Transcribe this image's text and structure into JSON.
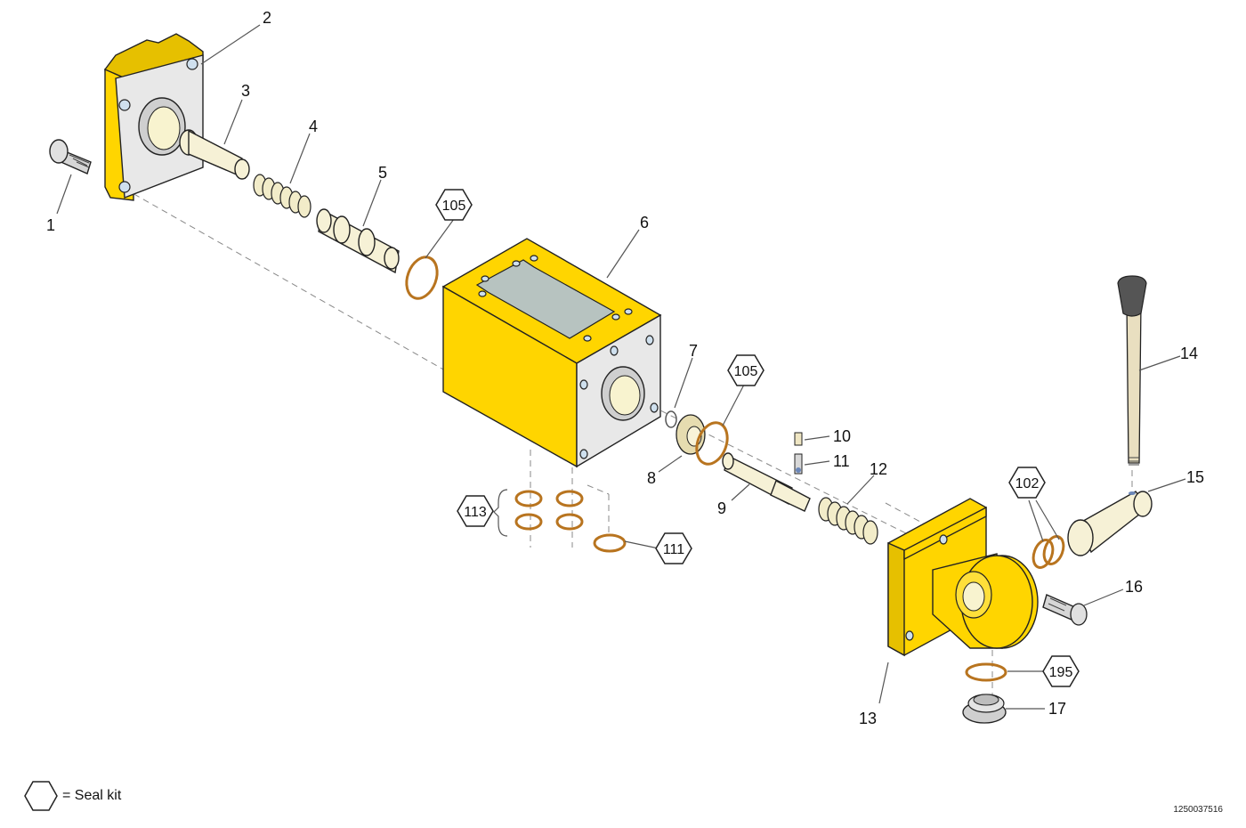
{
  "callouts": {
    "c1": "1",
    "c2": "2",
    "c3": "3",
    "c4": "4",
    "c5": "5",
    "c6": "6",
    "c7": "7",
    "c8": "8",
    "c9": "9",
    "c10": "10",
    "c11": "11",
    "c12": "12",
    "c13": "13",
    "c14": "14",
    "c15": "15",
    "c16": "16",
    "c17": "17"
  },
  "seal_kits": {
    "k105a": "105",
    "k105b": "105",
    "k113": "113",
    "k111": "111",
    "k102": "102",
    "k195": "195"
  },
  "legend": {
    "symbol": "hexagon-icon",
    "text": "= Seal kit"
  },
  "drawing_number": "1250037516",
  "colors": {
    "housing": "#ffd500",
    "face": "#e8e8e8",
    "seal": "#b8741f"
  }
}
